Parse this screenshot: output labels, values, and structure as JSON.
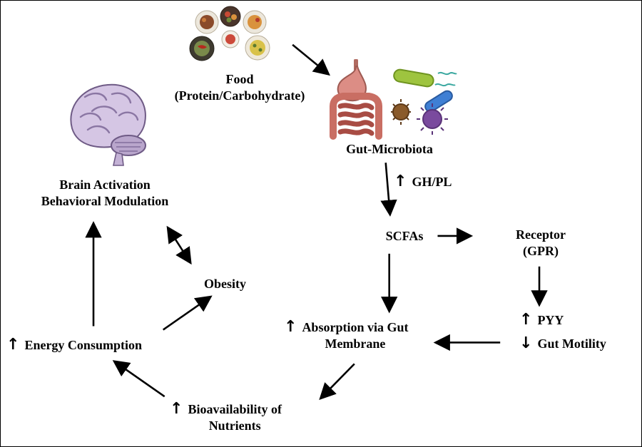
{
  "nodes": {
    "food": {
      "line1": "Food",
      "line2": "(Protein/Carbohydrate)"
    },
    "gut_microbiota": {
      "label": "Gut-Microbiota"
    },
    "gh_pl": {
      "arrow": "↑",
      "label": "GH/PL"
    },
    "scfas": {
      "label": "SCFAs"
    },
    "receptor": {
      "line1": "Receptor",
      "line2": "(GPR)"
    },
    "pyy": {
      "arrow": "↑",
      "label": "PYY"
    },
    "gut_motility": {
      "arrow": "↓",
      "label": "Gut Motility"
    },
    "absorption": {
      "arrow": "↑",
      "line1": "Absorption via Gut",
      "line2": "Membrane"
    },
    "bioavailability": {
      "arrow": "↑",
      "line1": "Bioavailability of",
      "line2": "Nutrients"
    },
    "energy_consumption": {
      "arrow": "↑",
      "label": "Energy Consumption"
    },
    "brain_activation": {
      "line1": "Brain Activation",
      "line2": "Behavioral Modulation"
    },
    "obesity": {
      "label": "Obesity"
    }
  },
  "colors": {
    "text": "#000000",
    "arrow": "#000000",
    "background": "#ffffff",
    "brain_fill": "#d5c6e4",
    "gut_fill": "#d98a82",
    "microbe_green": "#9ec43f",
    "microbe_blue": "#3f7fd4",
    "microbe_purple": "#7a4a9e"
  }
}
